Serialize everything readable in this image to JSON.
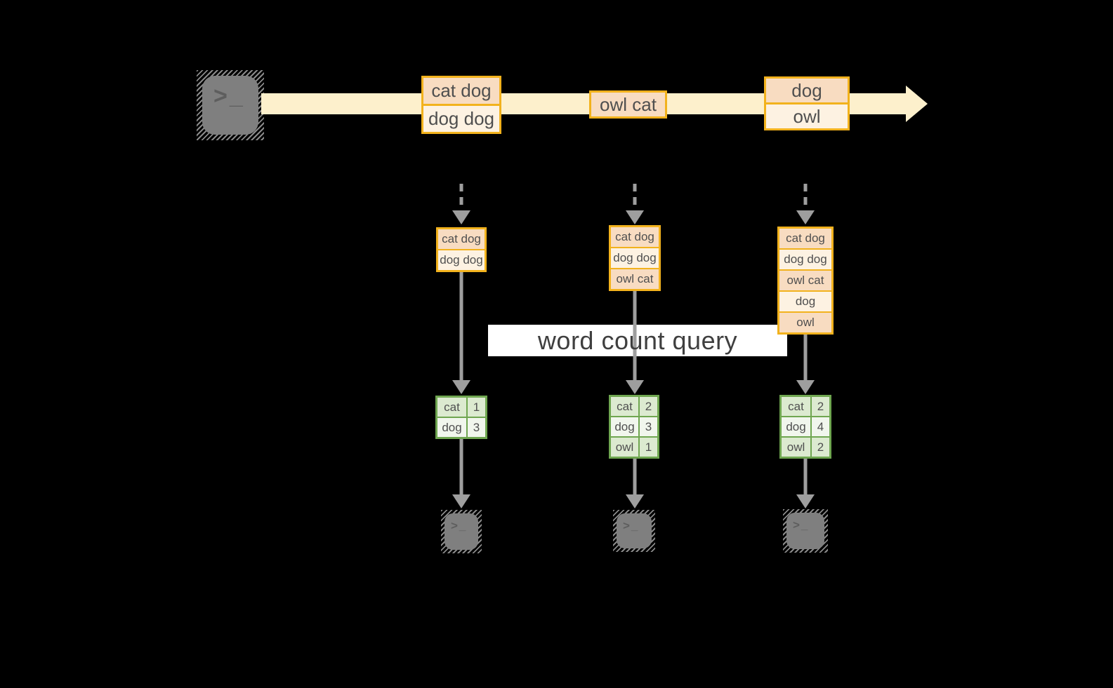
{
  "palette": {
    "bg": "#000000",
    "band": "#fdf0cc",
    "gold": "#f2b21d",
    "peach": "#f8dcc1",
    "cream": "#fdf2e2",
    "green": "#6fa650",
    "cell_green": "#dcead0",
    "cell_white": "#f1f6ed",
    "gray": "#9e9e9e",
    "terminal_gray": "#7f7f7f",
    "glyph_gray": "#5e5e5e",
    "ink": "#4f4f4f",
    "banner_bg": "#ffffff",
    "banner_text": "#3f3f3f"
  },
  "icons": {
    "terminal_glyph": ">_"
  },
  "banner": {
    "label": "word count query"
  },
  "stream": {
    "batches": [
      {
        "records": [
          "cat dog",
          "dog dog"
        ]
      },
      {
        "records": [
          "owl cat"
        ]
      },
      {
        "records": [
          "dog",
          "owl"
        ]
      }
    ]
  },
  "columns": [
    {
      "input": [
        "cat dog",
        "dog dog"
      ],
      "result": [
        {
          "word": "cat",
          "count": "1"
        },
        {
          "word": "dog",
          "count": "3"
        }
      ]
    },
    {
      "input": [
        "cat dog",
        "dog dog",
        "owl cat"
      ],
      "result": [
        {
          "word": "cat",
          "count": "2"
        },
        {
          "word": "dog",
          "count": "3"
        },
        {
          "word": "owl",
          "count": "1"
        }
      ]
    },
    {
      "input": [
        "cat dog",
        "dog dog",
        "owl cat",
        "dog",
        "owl"
      ],
      "result": [
        {
          "word": "cat",
          "count": "2"
        },
        {
          "word": "dog",
          "count": "4"
        },
        {
          "word": "owl",
          "count": "2"
        }
      ]
    }
  ]
}
